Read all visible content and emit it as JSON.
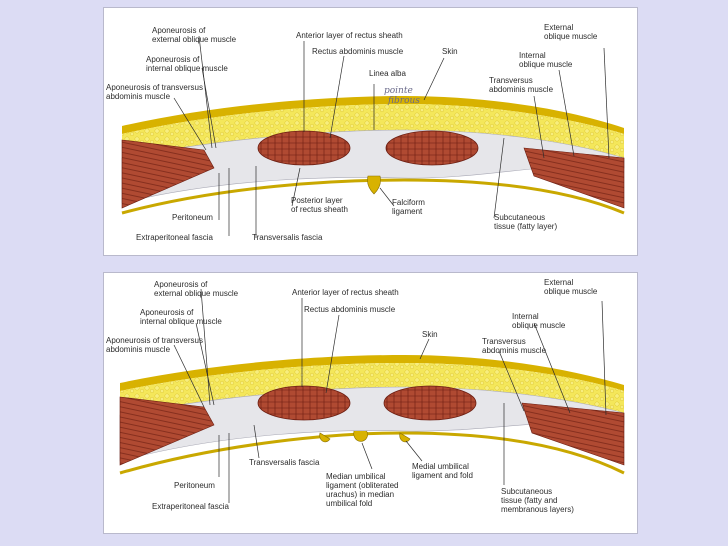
{
  "top": {
    "labels": {
      "apon_ext": [
        "Aponeurosis of",
        "external oblique muscle"
      ],
      "apon_int": [
        "Aponeurosis of",
        "internal oblique muscle"
      ],
      "apon_trans": [
        "Aponeurosis of transversus",
        "abdominis muscle"
      ],
      "ant_layer": "Anterior layer of rectus sheath",
      "rectus": "Rectus abdominis muscle",
      "skin": "Skin",
      "linea_alba": "Linea alba",
      "ext_oblique": [
        "External",
        "oblique muscle"
      ],
      "int_oblique": [
        "Internal",
        "oblique muscle"
      ],
      "transversus": [
        "Transversus",
        "abdominis muscle"
      ],
      "peritoneum": "Peritoneum",
      "extraperitoneal": "Extraperitoneal fascia",
      "transversalis": "Transversalis fascia",
      "post_layer": [
        "Posterior layer",
        "of rectus sheath"
      ],
      "falciform": [
        "Falciform",
        "ligament"
      ],
      "subcutaneous": [
        "Subcutaneous",
        "tissue (fatty layer)"
      ],
      "handwritten": [
        "pointe",
        "fibrous"
      ]
    }
  },
  "bottom": {
    "labels": {
      "apon_ext": [
        "Aponeurosis of",
        "external oblique muscle"
      ],
      "apon_int": [
        "Aponeurosis of",
        "internal oblique muscle"
      ],
      "apon_trans": [
        "Aponeurosis of transversus",
        "abdominis muscle"
      ],
      "ant_layer": "Anterior layer of rectus sheath",
      "rectus": "Rectus abdominis muscle",
      "skin": "Skin",
      "ext_oblique": [
        "External",
        "oblique muscle"
      ],
      "int_oblique": [
        "Internal",
        "oblique muscle"
      ],
      "transversus": [
        "Transversus",
        "abdominis muscle"
      ],
      "transversalis": "Transversalis fascia",
      "median_umb": [
        "Median umbilical",
        "ligament (obliterated",
        "urachus) in median",
        "umbilical fold"
      ],
      "medial_umb": [
        "Medial umbilical",
        "ligament and fold"
      ],
      "peritoneum": "Peritoneum",
      "subcutaneous": [
        "Subcutaneous",
        "tissue (fatty and",
        "membranous layers)"
      ],
      "extraperitoneal": "Extraperitoneal fascia"
    }
  },
  "colors": {
    "skin": "#d8b200",
    "fat": "#f4e75a",
    "fascia": "#e6e6ea",
    "muscle": "#a8422d",
    "muscle_line": "#6a1c10",
    "peritoneum": "#c9a800"
  }
}
